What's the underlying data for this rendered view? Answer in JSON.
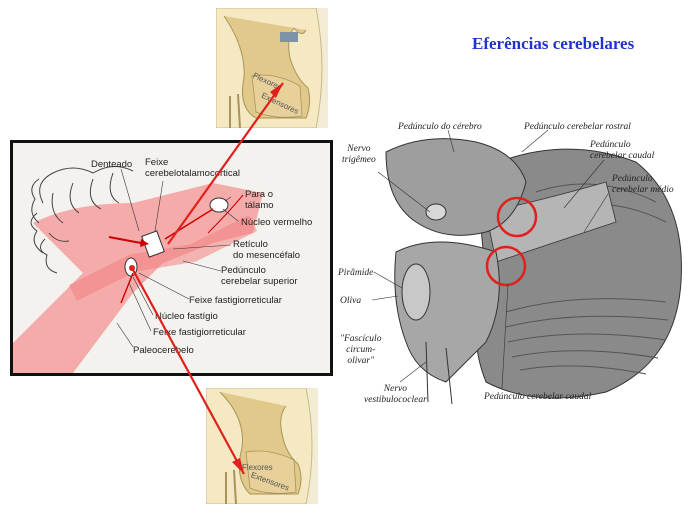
{
  "title": "Eferências cerebelares",
  "left_diagram": {
    "labels": {
      "denteado": "Denteado",
      "feixe_cerebelotalamocortical": "Feixe\ncerebelotalamocortical",
      "para_o_talamo": "Para o\ntálamo",
      "nucleo_vermelho": "Núcleo vermelho",
      "reticulo": "Retículo\ndo mesencéfalo",
      "pedunculo_superior": "Pedúnculo\ncerebelar superior",
      "feixe_fastigiorreticular_1": "Feixe fastigiorreticular",
      "nucleo_fastigio": "Núcleo fastígio",
      "feixe_fastigiorreticular_2": "Feixe fastigiorreticular",
      "paleocerebelo": "Paleocerebelo"
    }
  },
  "spinal_top": {
    "flexores": "Flexores",
    "extensores": "Extensores"
  },
  "spinal_bottom": {
    "flexores": "Flexores",
    "extensores": "Extensores"
  },
  "brainstem": {
    "labels": {
      "pedunculo_do_cerebro": "Pedúnculo do cérebro",
      "pedunculo_rostral": "Pedúnculo cerebelar rostral",
      "nervo_trigemeo": "Nervo\ntrigêmeo",
      "pedunculo_caudal_top": "Pedúnculo\ncerebelar caudal",
      "pedunculo_medio": "Pedúnculo\ncerebelar médio",
      "piramide": "Pirâmide",
      "oliva": "Oliva",
      "fasciculo": "\"Fascículo\ncircum-\nolivar\"",
      "nervo_vestibulococlear": "Nervo\nvestibulococlear",
      "pedunculo_caudal_bottom": "Pedúnculo cerebelar caudal"
    }
  },
  "colors": {
    "title": "#2233cc",
    "arrow": "#e0201c",
    "highlight_circle": "#e0201c",
    "tract_pink": "#f6a3a3"
  }
}
